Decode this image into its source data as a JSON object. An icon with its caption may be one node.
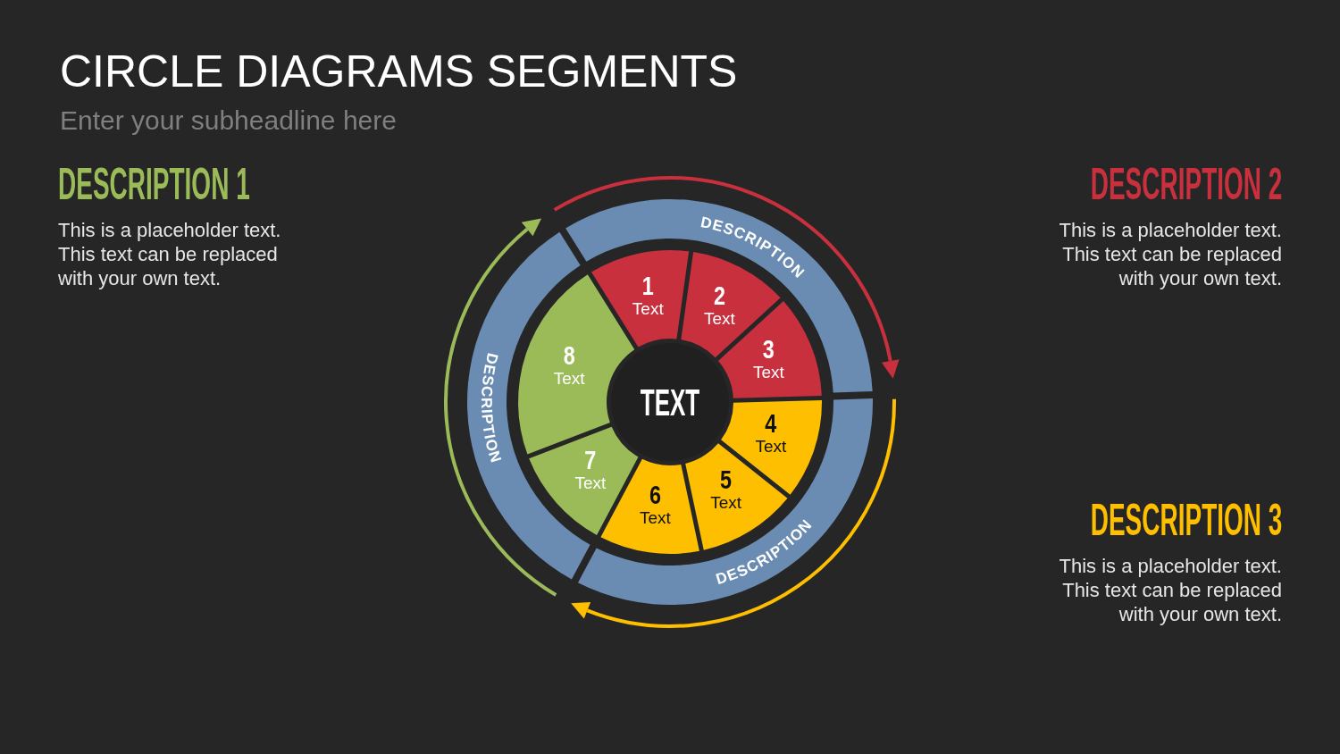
{
  "diagram": {
    "title": "CIRCLE DIAGRAMS SEGMENTS",
    "nodes": [
      {
        "text": [
          "DESCRIPTION"
        ]
      },
      {
        "text": [
          "DESCRIPTION"
        ]
      },
      {
        "text": [
          "DESCRIPTION"
        ]
      },
      {
        "text": [
          "1",
          "Text"
        ]
      },
      {
        "text": [
          "2",
          "Text"
        ]
      },
      {
        "text": [
          "3",
          "Text"
        ]
      },
      {
        "text": [
          "4",
          "Text"
        ]
      },
      {
        "text": [
          "5",
          "Text"
        ]
      },
      {
        "text": [
          "6",
          "Text"
        ]
      },
      {
        "text": [
          "7",
          "Text"
        ]
      },
      {
        "text": [
          "8",
          "Text"
        ]
      },
      {
        "text": [
          "TEXT"
        ]
      }
    ],
    "labels": [
      "Enter your subheadline here",
      "DESCRIPTION 1",
      "This is a placeholder text. This text can be replaced with your own text.",
      "DESCRIPTION 2",
      "This is a placeholder text. This text can be replaced with your own text.",
      "DESCRIPTION 3",
      "This is a placeholder text. This text can be replaced with your own text."
    ]
  }
}
